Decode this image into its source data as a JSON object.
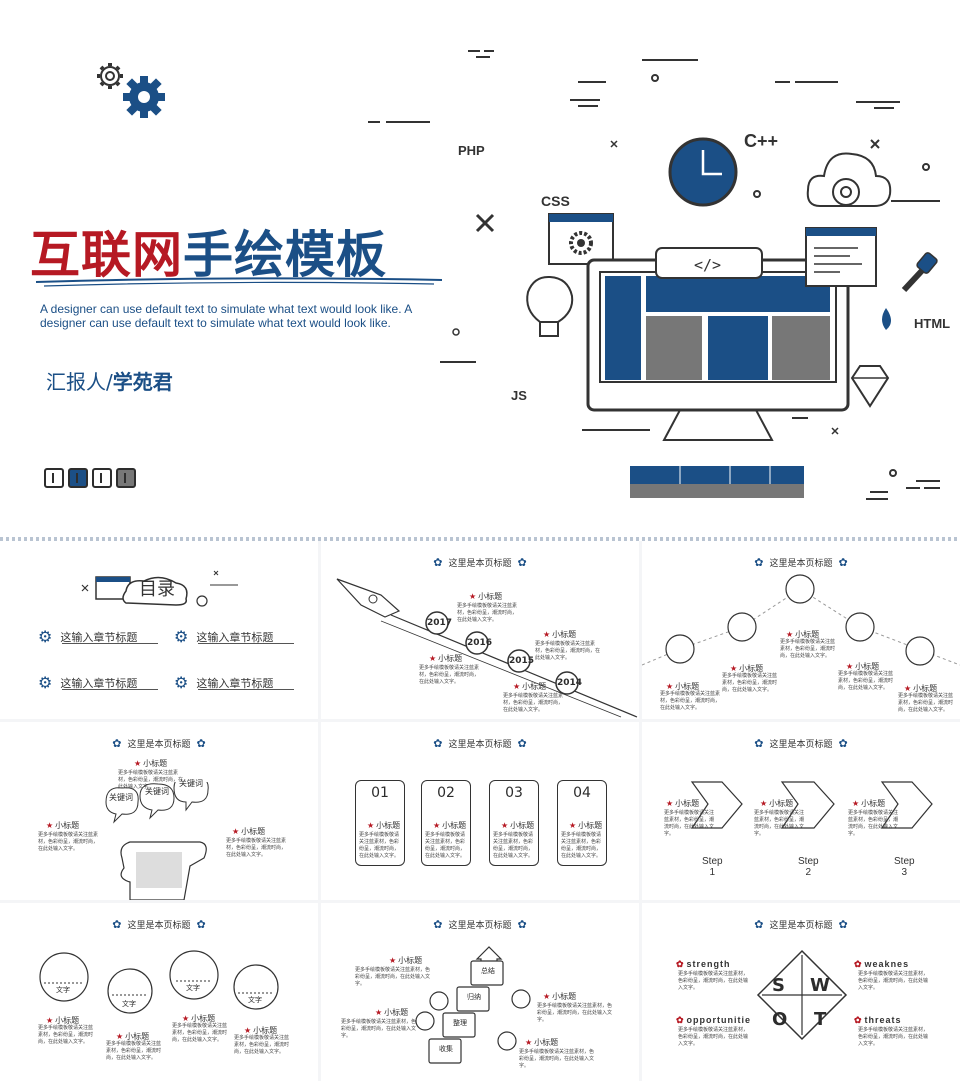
{
  "hero": {
    "title_red": "互联网",
    "title_blue": "手绘模板",
    "subtitle": "A designer can use default text to simulate what text would look like. A designer can use default text to simulate what text would look like.",
    "reporter_label": "汇报人/",
    "reporter_name": "学苑君",
    "code_tag": "</>",
    "langs": {
      "php": "PHP",
      "cpp": "C++",
      "css": "CSS",
      "html": "HTML",
      "js": "JS"
    }
  },
  "slides": {
    "page_title": "这里是本页标题",
    "toc": {
      "title": "目录",
      "items": [
        "这输入章节标题",
        "这输入章节标题",
        "这输入章节标题",
        "这输入章节标题"
      ]
    },
    "subtitle": "小标题",
    "body_text": "更多手绘模板敬请关注蓝素材，色彩纷呈，潮流时尚，在此处输入文字。",
    "years": [
      "2017",
      "2016",
      "2015",
      "2014"
    ],
    "keywords": [
      "关键词",
      "关键词",
      "关键词"
    ],
    "cards": [
      "01",
      "02",
      "03",
      "04"
    ],
    "steps": [
      "Step\n1",
      "Step\n2",
      "Step\n3"
    ],
    "gear_label": "文字",
    "arrows": [
      "总结",
      "归纳",
      "整理",
      "收集"
    ],
    "swot": {
      "letters": [
        "S",
        "W",
        "O",
        "T"
      ],
      "labels": [
        "strength",
        "weaknes",
        "opportunitie",
        "threats"
      ]
    }
  },
  "colors": {
    "brand_blue": "#1b4f86",
    "accent_red": "#b61923",
    "gray": "#777777"
  }
}
